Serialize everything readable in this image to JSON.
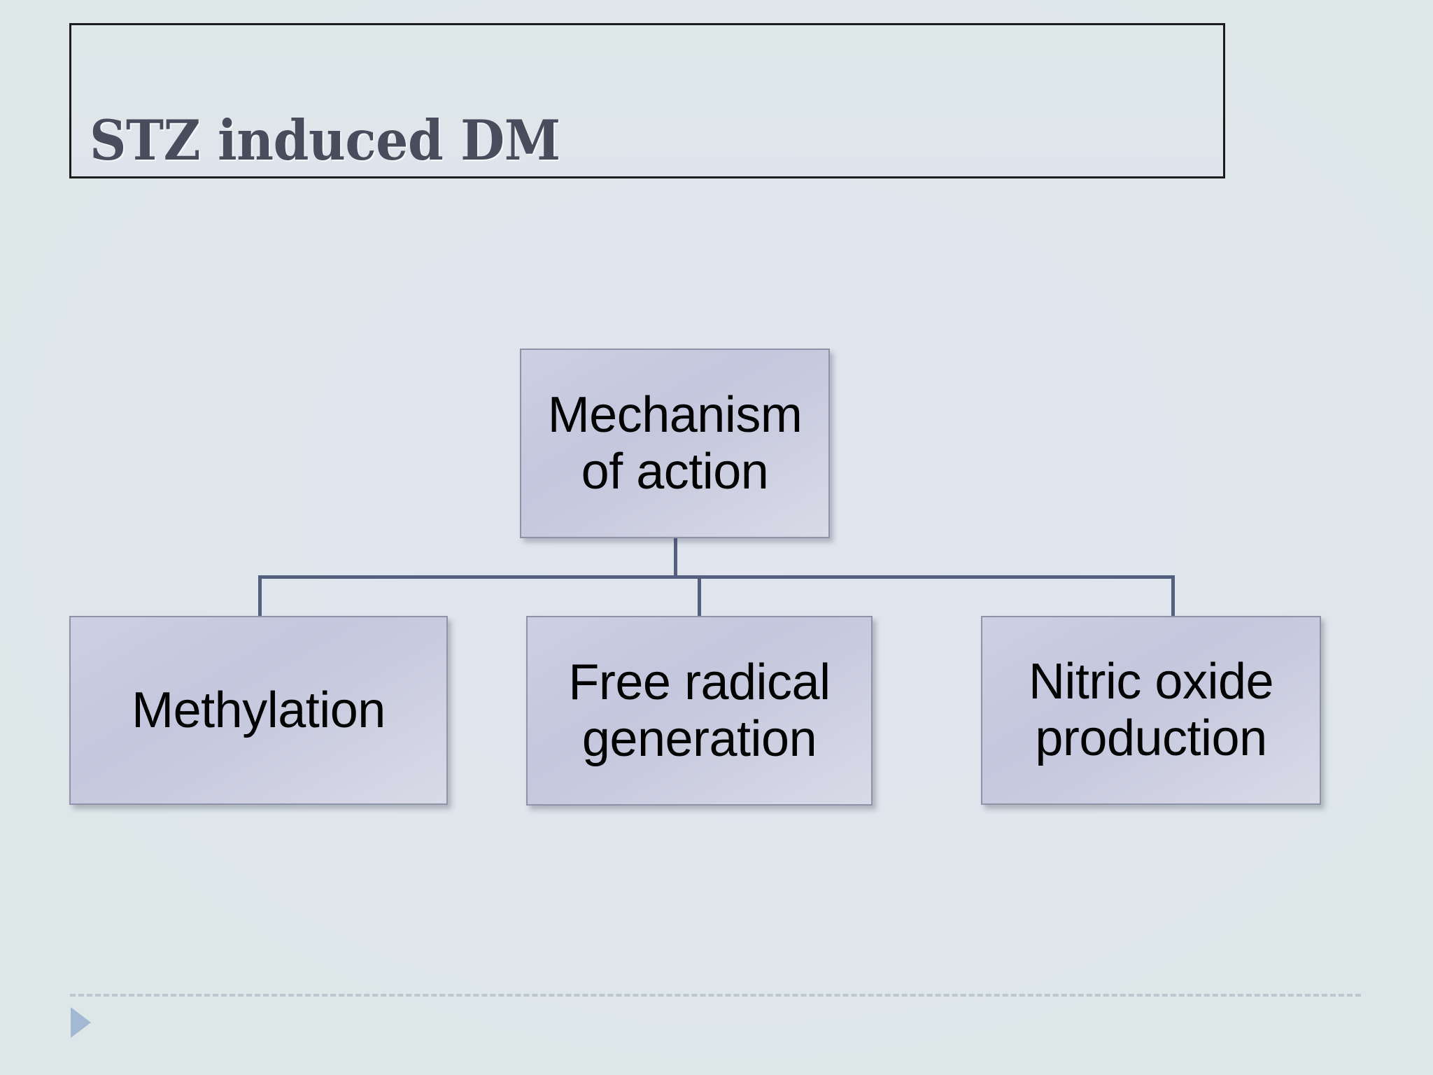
{
  "slide": {
    "title": "STZ induced DM",
    "background_color": "#dde7e8",
    "background_inner_color": "#dfe5ec",
    "title_text_color": "#474d5c",
    "title_border_color": "#1c1c1c"
  },
  "diagram": {
    "type": "org-chart",
    "node_fill_color": "#c7cade",
    "node_border_color": "#8e93a8",
    "connector_color": "#555f80",
    "node_text_color": "#000000",
    "root": {
      "label": "Mechanism\nof action"
    },
    "children": [
      {
        "label": "Methylation"
      },
      {
        "label": "Free radical\ngeneration"
      },
      {
        "label": "Nitric oxide\nproduction"
      }
    ]
  },
  "footer": {
    "rule_color": "#bcc8ce",
    "arrow_icon": "play-triangle-icon",
    "arrow_color": "#a3b8d2"
  }
}
